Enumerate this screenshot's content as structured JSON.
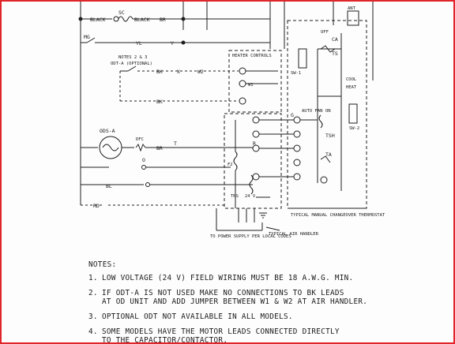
{
  "diagram": {
    "wire_labels": {
      "black_1": "BLACK",
      "sc": "SC",
      "black_2": "BLACK",
      "br_top": "BR",
      "mg": "MG",
      "yl": "YL",
      "y": "Y",
      "notes_ref": "NOTES 2 & 3",
      "odt_a": "ODT-A (OPTIONAL)",
      "bk_1": "BK",
      "x": "X",
      "w2": "W2",
      "bk_2": "BK",
      "ods_a": "ODS-A",
      "dfc": "DFC",
      "br_mid": "BR",
      "t": "T",
      "bl": "BL",
      "o": "O",
      "rd": "RD",
      "r": "R",
      "f2": "F2",
      "tns": "TNS",
      "v24": "24 V",
      "heater_controls": "HEATER CONTROLS",
      "w1": "W1",
      "power_supply": "TO POWER SUPPLY PER LOCAL CODES",
      "air_handler": "TYPICAL AIR HANDLER",
      "thermostat": "TYPICAL MANUAL CHANGEOVER THERMOSTAT",
      "auto_fan": "AUTO FAN",
      "on": "ON",
      "off": "OFF",
      "heat": "HEAT",
      "cool": "COOL",
      "ca": "CA",
      "ts": "TS",
      "tsh": "TSH",
      "sw1": "SW-1",
      "sw2": "SW-2",
      "ant": "ANT",
      "g": "G",
      "ta": "TA"
    }
  },
  "notes": {
    "heading": "NOTES:",
    "items": [
      {
        "num": "1.",
        "text": "LOW VOLTAGE (24 V) FIELD WIRING MUST BE 18 A.W.G. MIN."
      },
      {
        "num": "2.",
        "text": "IF ODT-A IS NOT USED MAKE NO CONNECTIONS TO BK LEADS\nAT OD UNIT AND ADD JUMPER BETWEEN W1 & W2 AT AIR HANDLER."
      },
      {
        "num": "3.",
        "text": "OPTIONAL ODT NOT AVAILABLE IN ALL MODELS."
      },
      {
        "num": "4.",
        "text": "SOME MODELS HAVE THE MOTOR LEADS CONNECTED DIRECTLY\nTO THE CAPACITOR/CONTACTOR."
      }
    ]
  }
}
